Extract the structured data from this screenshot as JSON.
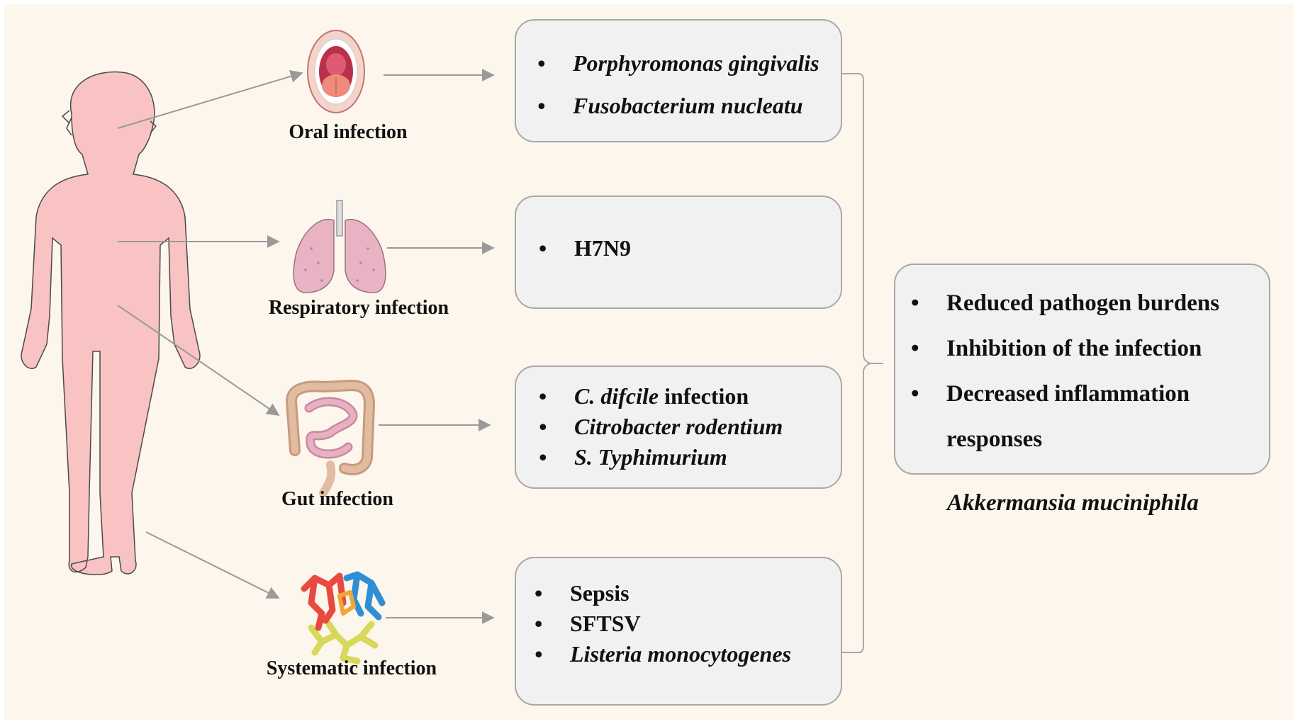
{
  "categories": [
    {
      "label": "Oral infection",
      "items": [
        {
          "text": "Porphyromonas gingivalis",
          "italic": true
        },
        {
          "text": "Fusobacterium nucleatu",
          "italic": true
        }
      ]
    },
    {
      "label": "Respiratory infection",
      "items": [
        {
          "text": "H7N9",
          "italic": false
        }
      ]
    },
    {
      "label": "Gut infection",
      "items": [
        {
          "italic_part": "C. difcile",
          "plain_part": " infection"
        },
        {
          "text": "Citrobacter rodentium",
          "italic": true
        },
        {
          "text": "S. Typhimurium",
          "italic": true
        }
      ]
    },
    {
      "label": "Systematic infection",
      "items": [
        {
          "text": "Sepsis",
          "italic": false
        },
        {
          "text": "SFTSV",
          "italic": false
        },
        {
          "text": "Listeria monocytogenes",
          "italic": true
        }
      ]
    }
  ],
  "result": {
    "items": [
      "Reduced pathogen burdens",
      "Inhibition of the infection",
      "Decreased inflammation",
      "responses"
    ],
    "species": "Akkermansia muciniphila"
  },
  "colors": {
    "background": "#fdf6ec",
    "body_silhouette": "#f8c3c2",
    "box_fill": "#f1f1f1",
    "box_border": "#a8a8a8",
    "arrow": "#9a9a9a"
  },
  "icons": [
    "child-silhouette-icon",
    "open-mouth-icon",
    "lungs-icon",
    "intestines-icon",
    "blood-vessels-icon"
  ]
}
